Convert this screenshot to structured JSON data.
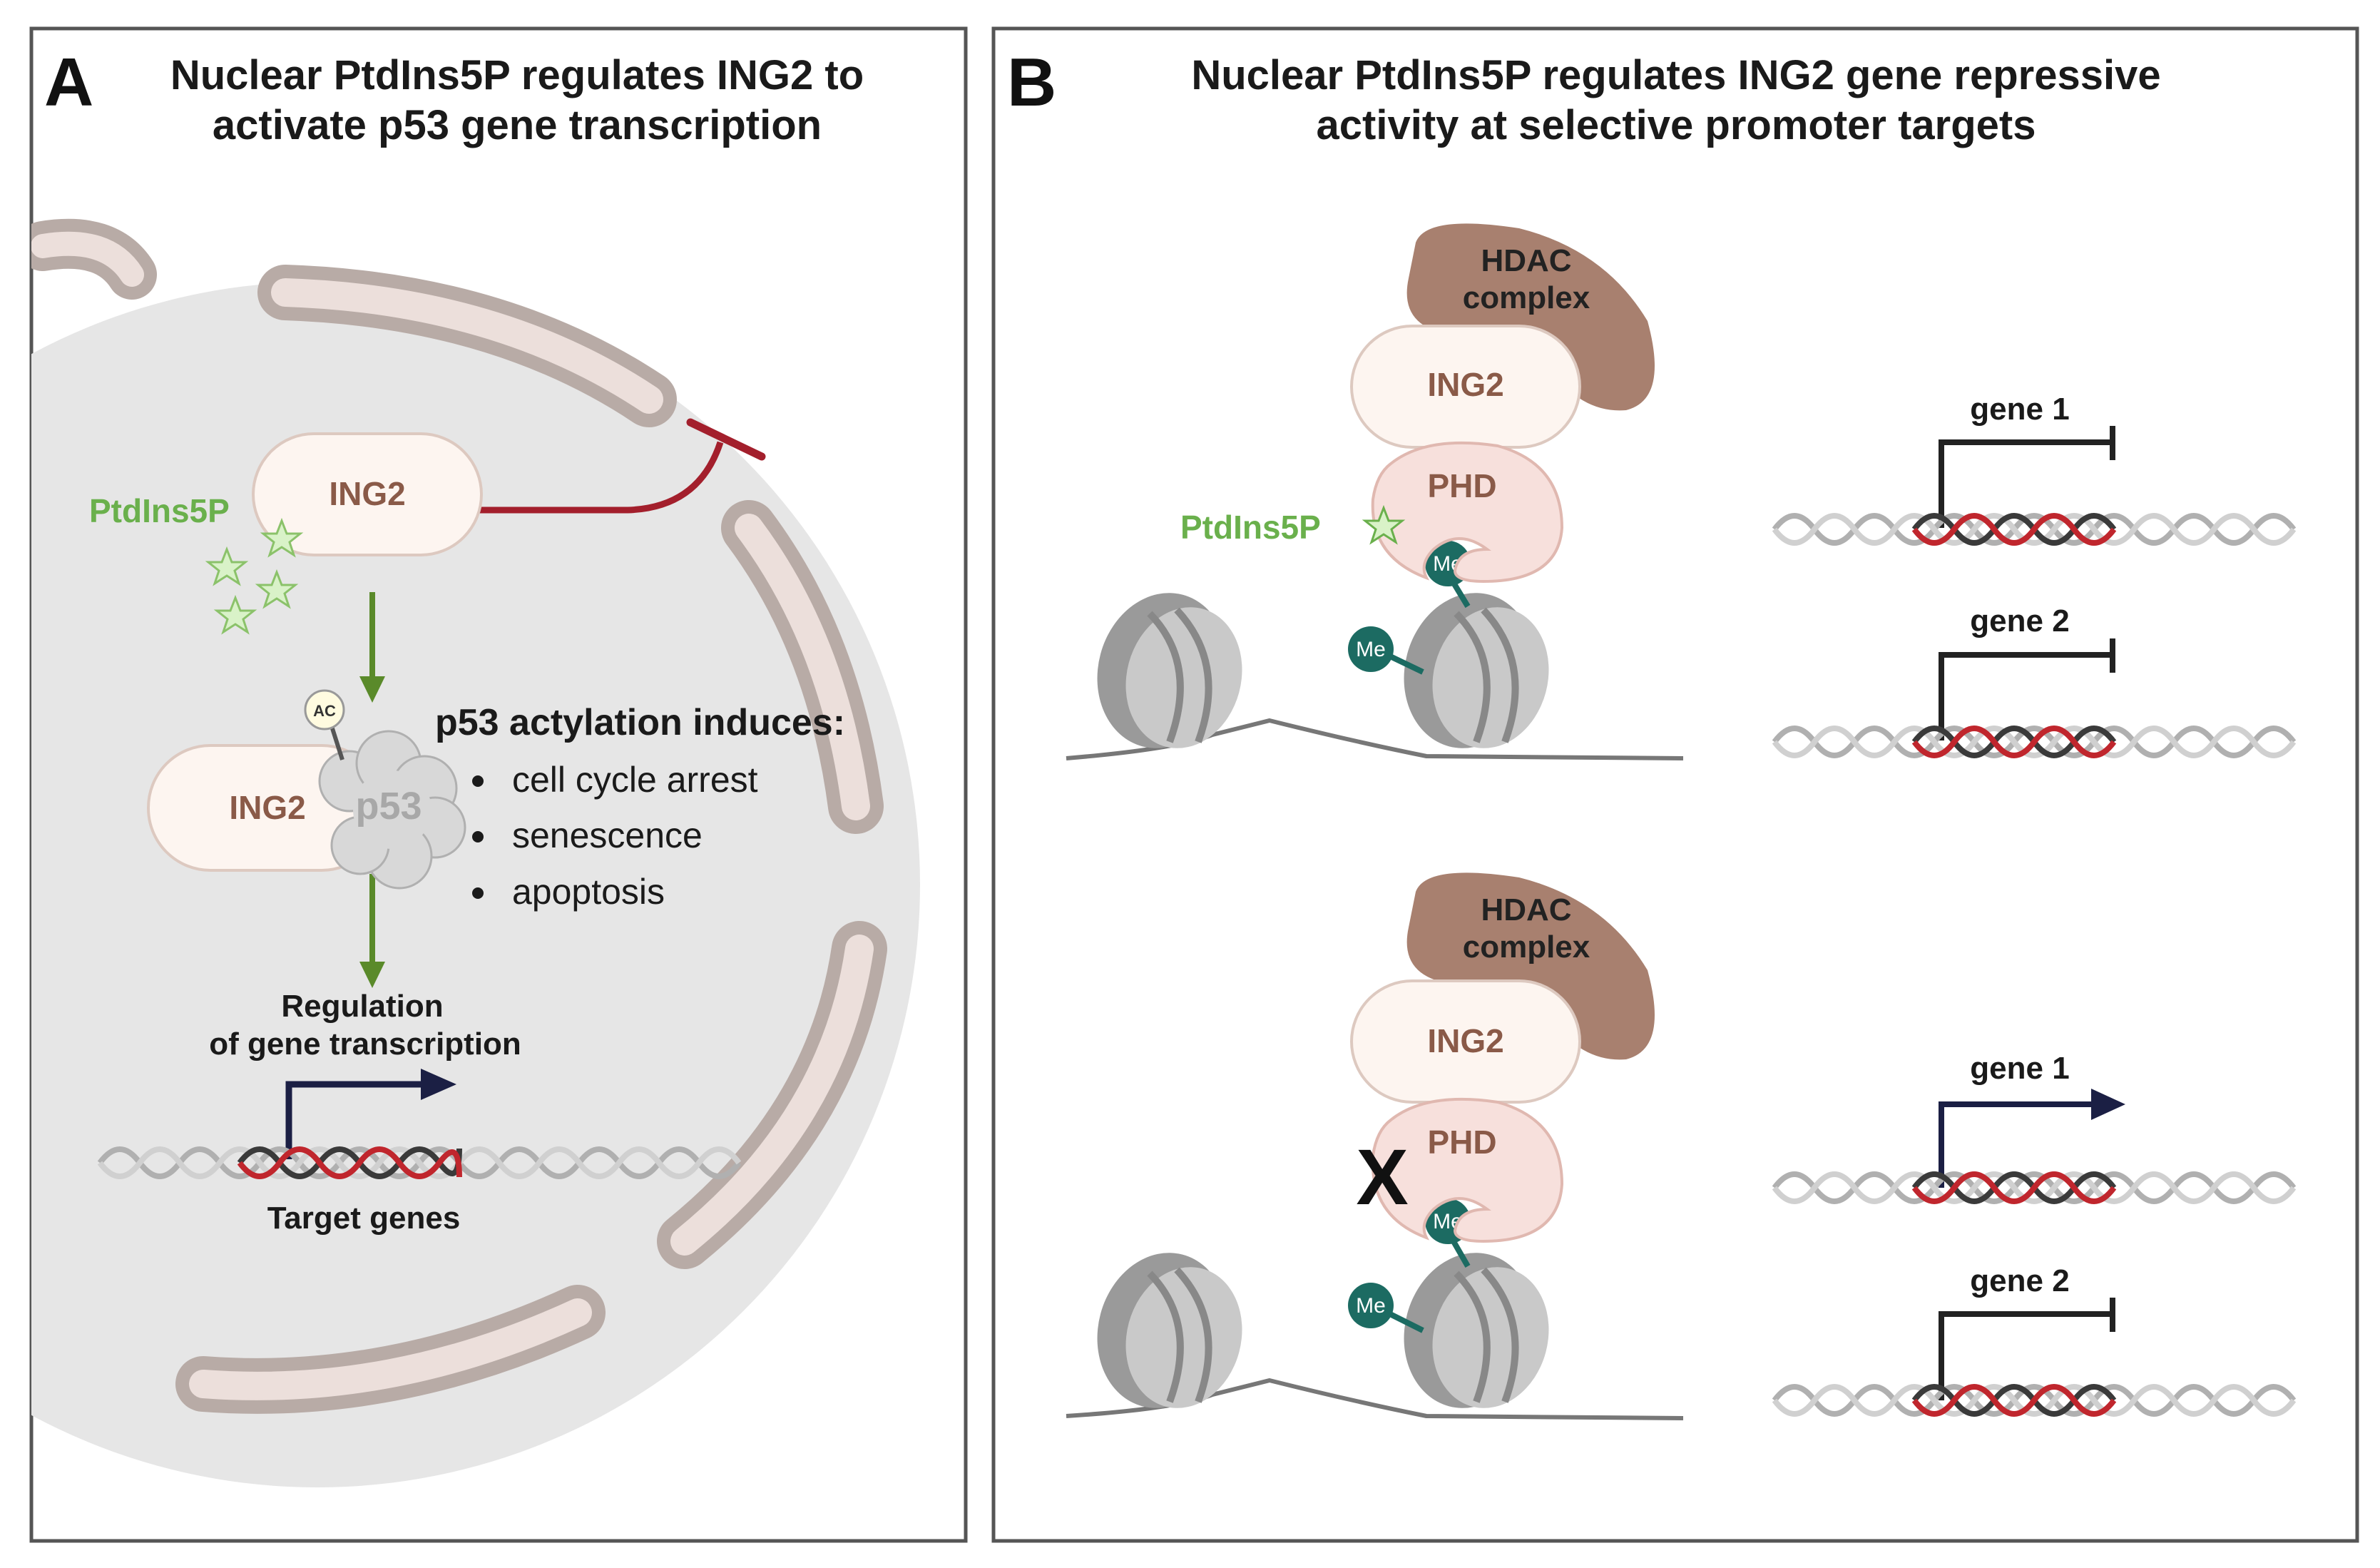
{
  "panelA": {
    "letter": "A",
    "title_line1": "Nuclear PtdIns5P regulates ING2 to",
    "title_line2": "activate p53 gene transcription",
    "ing2_top": "ING2",
    "ing2_bottom": "ING2",
    "lipid_label": "PtdIns5P",
    "ac_label": "AC",
    "p53_label": "p53",
    "effects_heading": "p53 actylation induces:",
    "effects": [
      "cell cycle arrest",
      "senescence",
      "apoptosis"
    ],
    "regulation_line1": "Regulation",
    "regulation_line2": "of gene transcription",
    "target_label": "Target genes"
  },
  "panelB": {
    "letter": "B",
    "title_line1": "Nuclear PtdIns5P regulates ING2 gene repressive",
    "title_line2": "activity at selective promoter targets",
    "top": {
      "hdac_line1": "HDAC",
      "hdac_line2": "complex",
      "ing2": "ING2",
      "phd": "PHD",
      "lipid_label": "PtdIns5P",
      "me1": "Me",
      "me2": "Me",
      "gene1": "gene 1",
      "gene2": "gene 2"
    },
    "bottom": {
      "hdac_line1": "HDAC",
      "hdac_line2": "complex",
      "ing2": "ING2",
      "phd": "PHD",
      "block_mark": "X",
      "me1": "Me",
      "me2": "Me",
      "gene1": "gene 1",
      "gene2": "gene 2"
    }
  },
  "colors": {
    "nucleus_fill": "#e6e6e6",
    "envelope": "#b8aba6",
    "envelope_inner": "#ecdfdb",
    "ing2_fill": "#fdf5f0",
    "phd_fill": "#f7e0dc",
    "hdac_fill": "#a8806f",
    "green": "#6ab04c",
    "inhibit_red": "#a31f2c",
    "me_teal": "#1c6b62",
    "dna_red": "#c0262d",
    "dna_dark": "#3a3a3a",
    "arrow_navy": "#1b1f44"
  }
}
